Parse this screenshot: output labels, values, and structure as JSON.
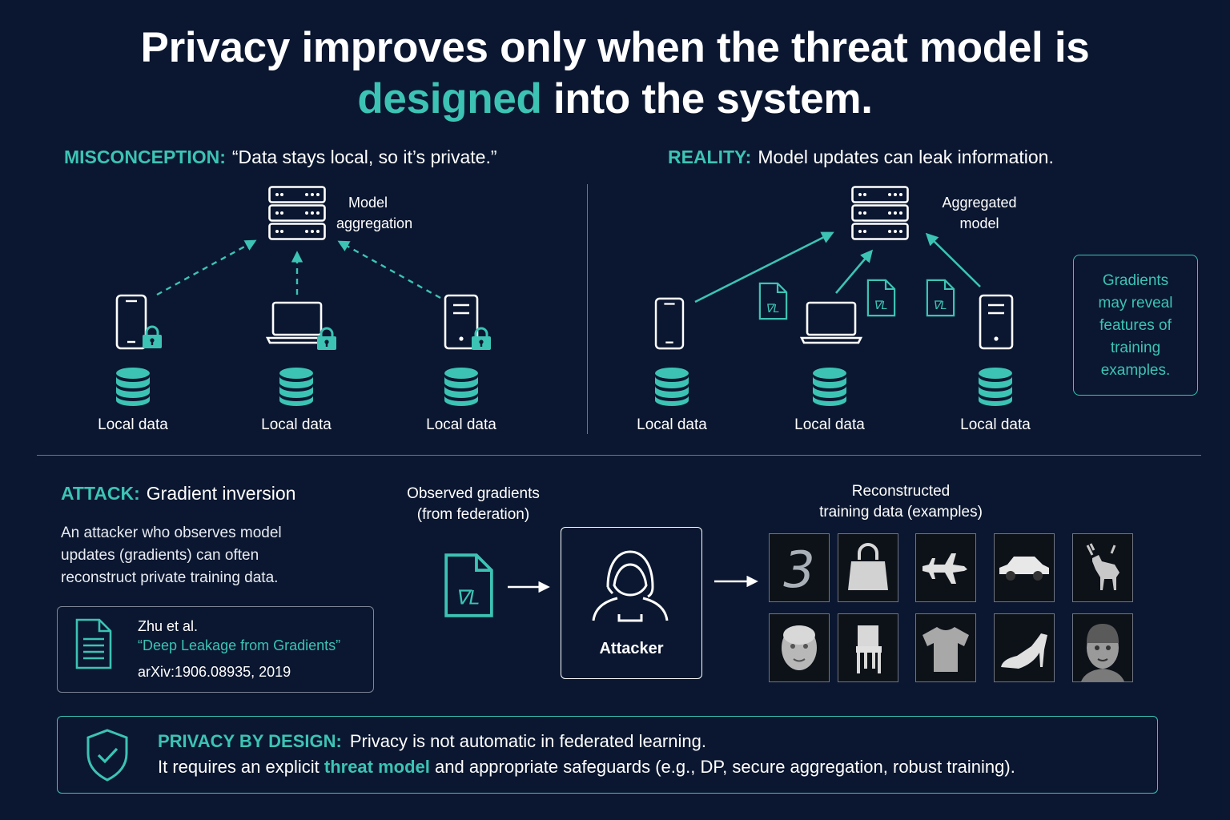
{
  "title": {
    "line1": "Privacy improves only when the threat model is",
    "highlight": "designed",
    "line2_rest": " into the system."
  },
  "misconception": {
    "label": "MISCONCEPTION:",
    "text": "“Data stays local, so it’s private.”",
    "server_caption_line1": "Model",
    "server_caption_line2": "aggregation",
    "local_labels": [
      "Local data",
      "Local data",
      "Local data"
    ]
  },
  "reality": {
    "label": "REALITY:",
    "text": "Model updates can leak information.",
    "server_caption_line1": "Aggregated",
    "server_caption_line2": "model",
    "local_labels": [
      "Local data",
      "Local data",
      "Local data"
    ],
    "gradient_symbol": "∇L",
    "note_lines": [
      "Gradients",
      "may reveal",
      "features of",
      "training",
      "examples."
    ]
  },
  "attack": {
    "label": "ATTACK:",
    "title": "Gradient inversion",
    "desc_lines": [
      "An attacker who observes model",
      "updates (gradients) can often",
      "reconstruct private training data."
    ],
    "citation": {
      "author": "Zhu et al.",
      "title": "“Deep Leakage from Gradients”",
      "ref": "arXiv:1906.08935, 2019"
    },
    "observed_line1": "Observed gradients",
    "observed_line2": "(from federation)",
    "gradient_symbol": "∇L",
    "attacker_label": "Attacker",
    "recon_line1": "Reconstructed",
    "recon_line2": "training data (examples)",
    "tiles": [
      "digit-3",
      "handbag",
      "airplane",
      "car",
      "deer",
      "face",
      "chair",
      "t-shirt",
      "high-heel",
      "face"
    ],
    "digit": "3"
  },
  "footer": {
    "label": "PRIVACY BY DESIGN:",
    "line1": "Privacy is not automatic in federated learning.",
    "line2_pre": "It requires an explicit ",
    "line2_highlight": "threat model",
    "line2_post": " and appropriate safeguards (e.g., DP, secure aggregation, robust training)."
  },
  "colors": {
    "background": "#0b1730",
    "accent": "#3cc3b4",
    "text": "#ffffff"
  }
}
